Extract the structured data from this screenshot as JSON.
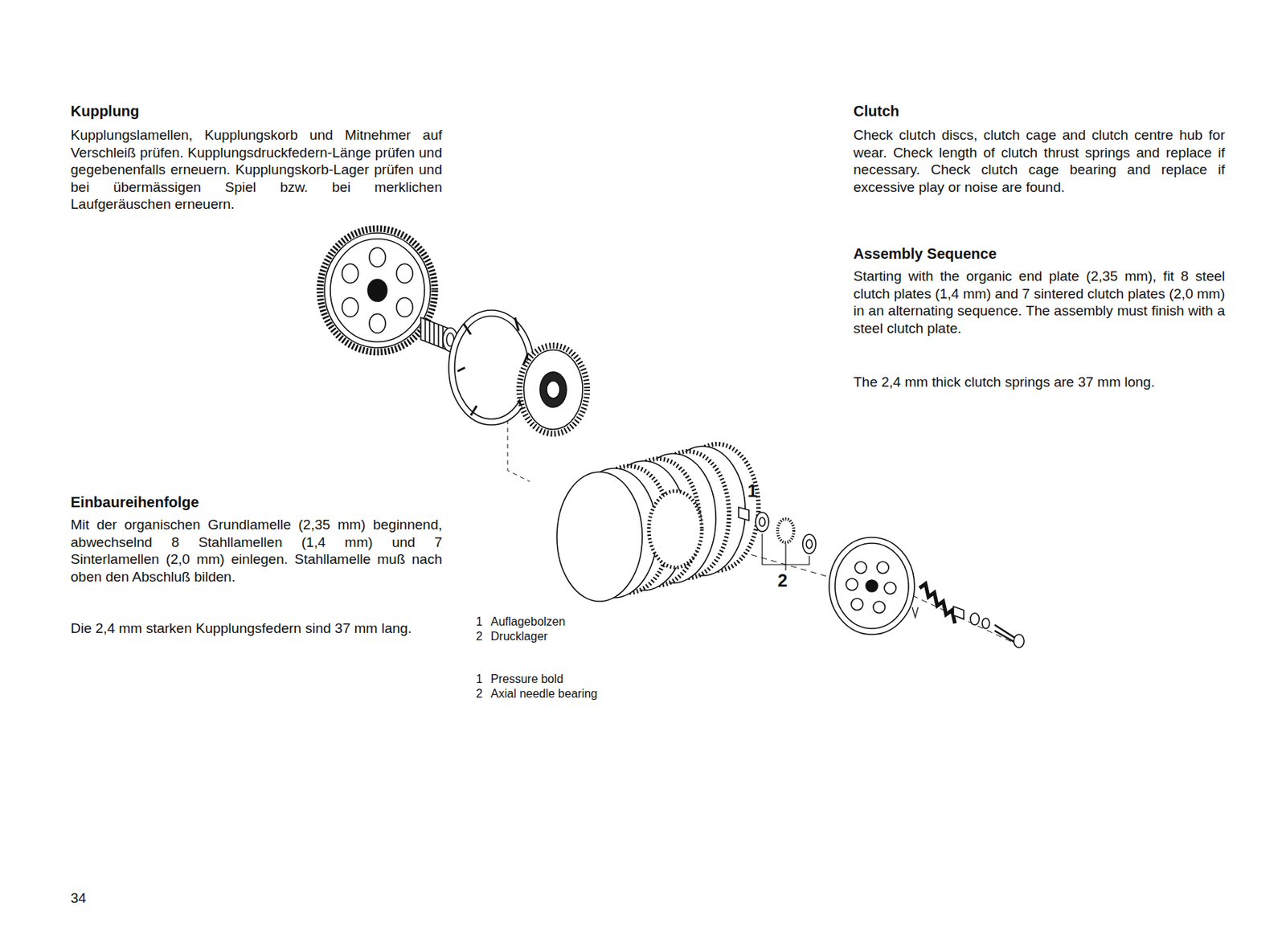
{
  "diagram": {
    "labels": [
      "Kupplung",
      "Kupplungslamellen, Kupplungskorb und Mitnehmer auf Verschleiß prüfen. Kupplungsdruckfedern-Länge prüfen und gegebenenfalls erneuern. Kupplungskorb-Lager prüfen und bei übermässigen Spiel bzw. bei merklichen Laufgeräuschen erneuern.",
      "Clutch",
      "Check clutch discs, clutch cage and clutch centre hub for wear. Check length of clutch thrust springs and replace if necessary. Check clutch cage bearing and replace if excessive play or noise are found.",
      "Assembly Sequence",
      "Starting with the organic end plate (2,35 mm), fit 8 steel clutch plates (1,4 mm) and 7 sintered clutch plates (2,0 mm) in an alternating sequence. The assembly must finish with a steel clutch plate.",
      "The 2,4 mm thick clutch springs are 37 mm long.",
      "Einbaureihenfolge",
      "Mit der organischen Grundlamelle (2,35 mm) beginnend, abwechselnd 8 Stahllamellen (1,4 mm) und 7 Sinterlamellen (2,0 mm) einlegen. Stahllamelle muß nach oben den Abschluß bilden.",
      "Die 2,4 mm starken Kupplungsfedern sind 37 mm lang.",
      "1",
      "2",
      "1",
      "Auflagebolzen",
      "2",
      "Drucklager",
      "1",
      "Pressure bold",
      "2",
      "Axial needle bearing",
      "34"
    ]
  }
}
